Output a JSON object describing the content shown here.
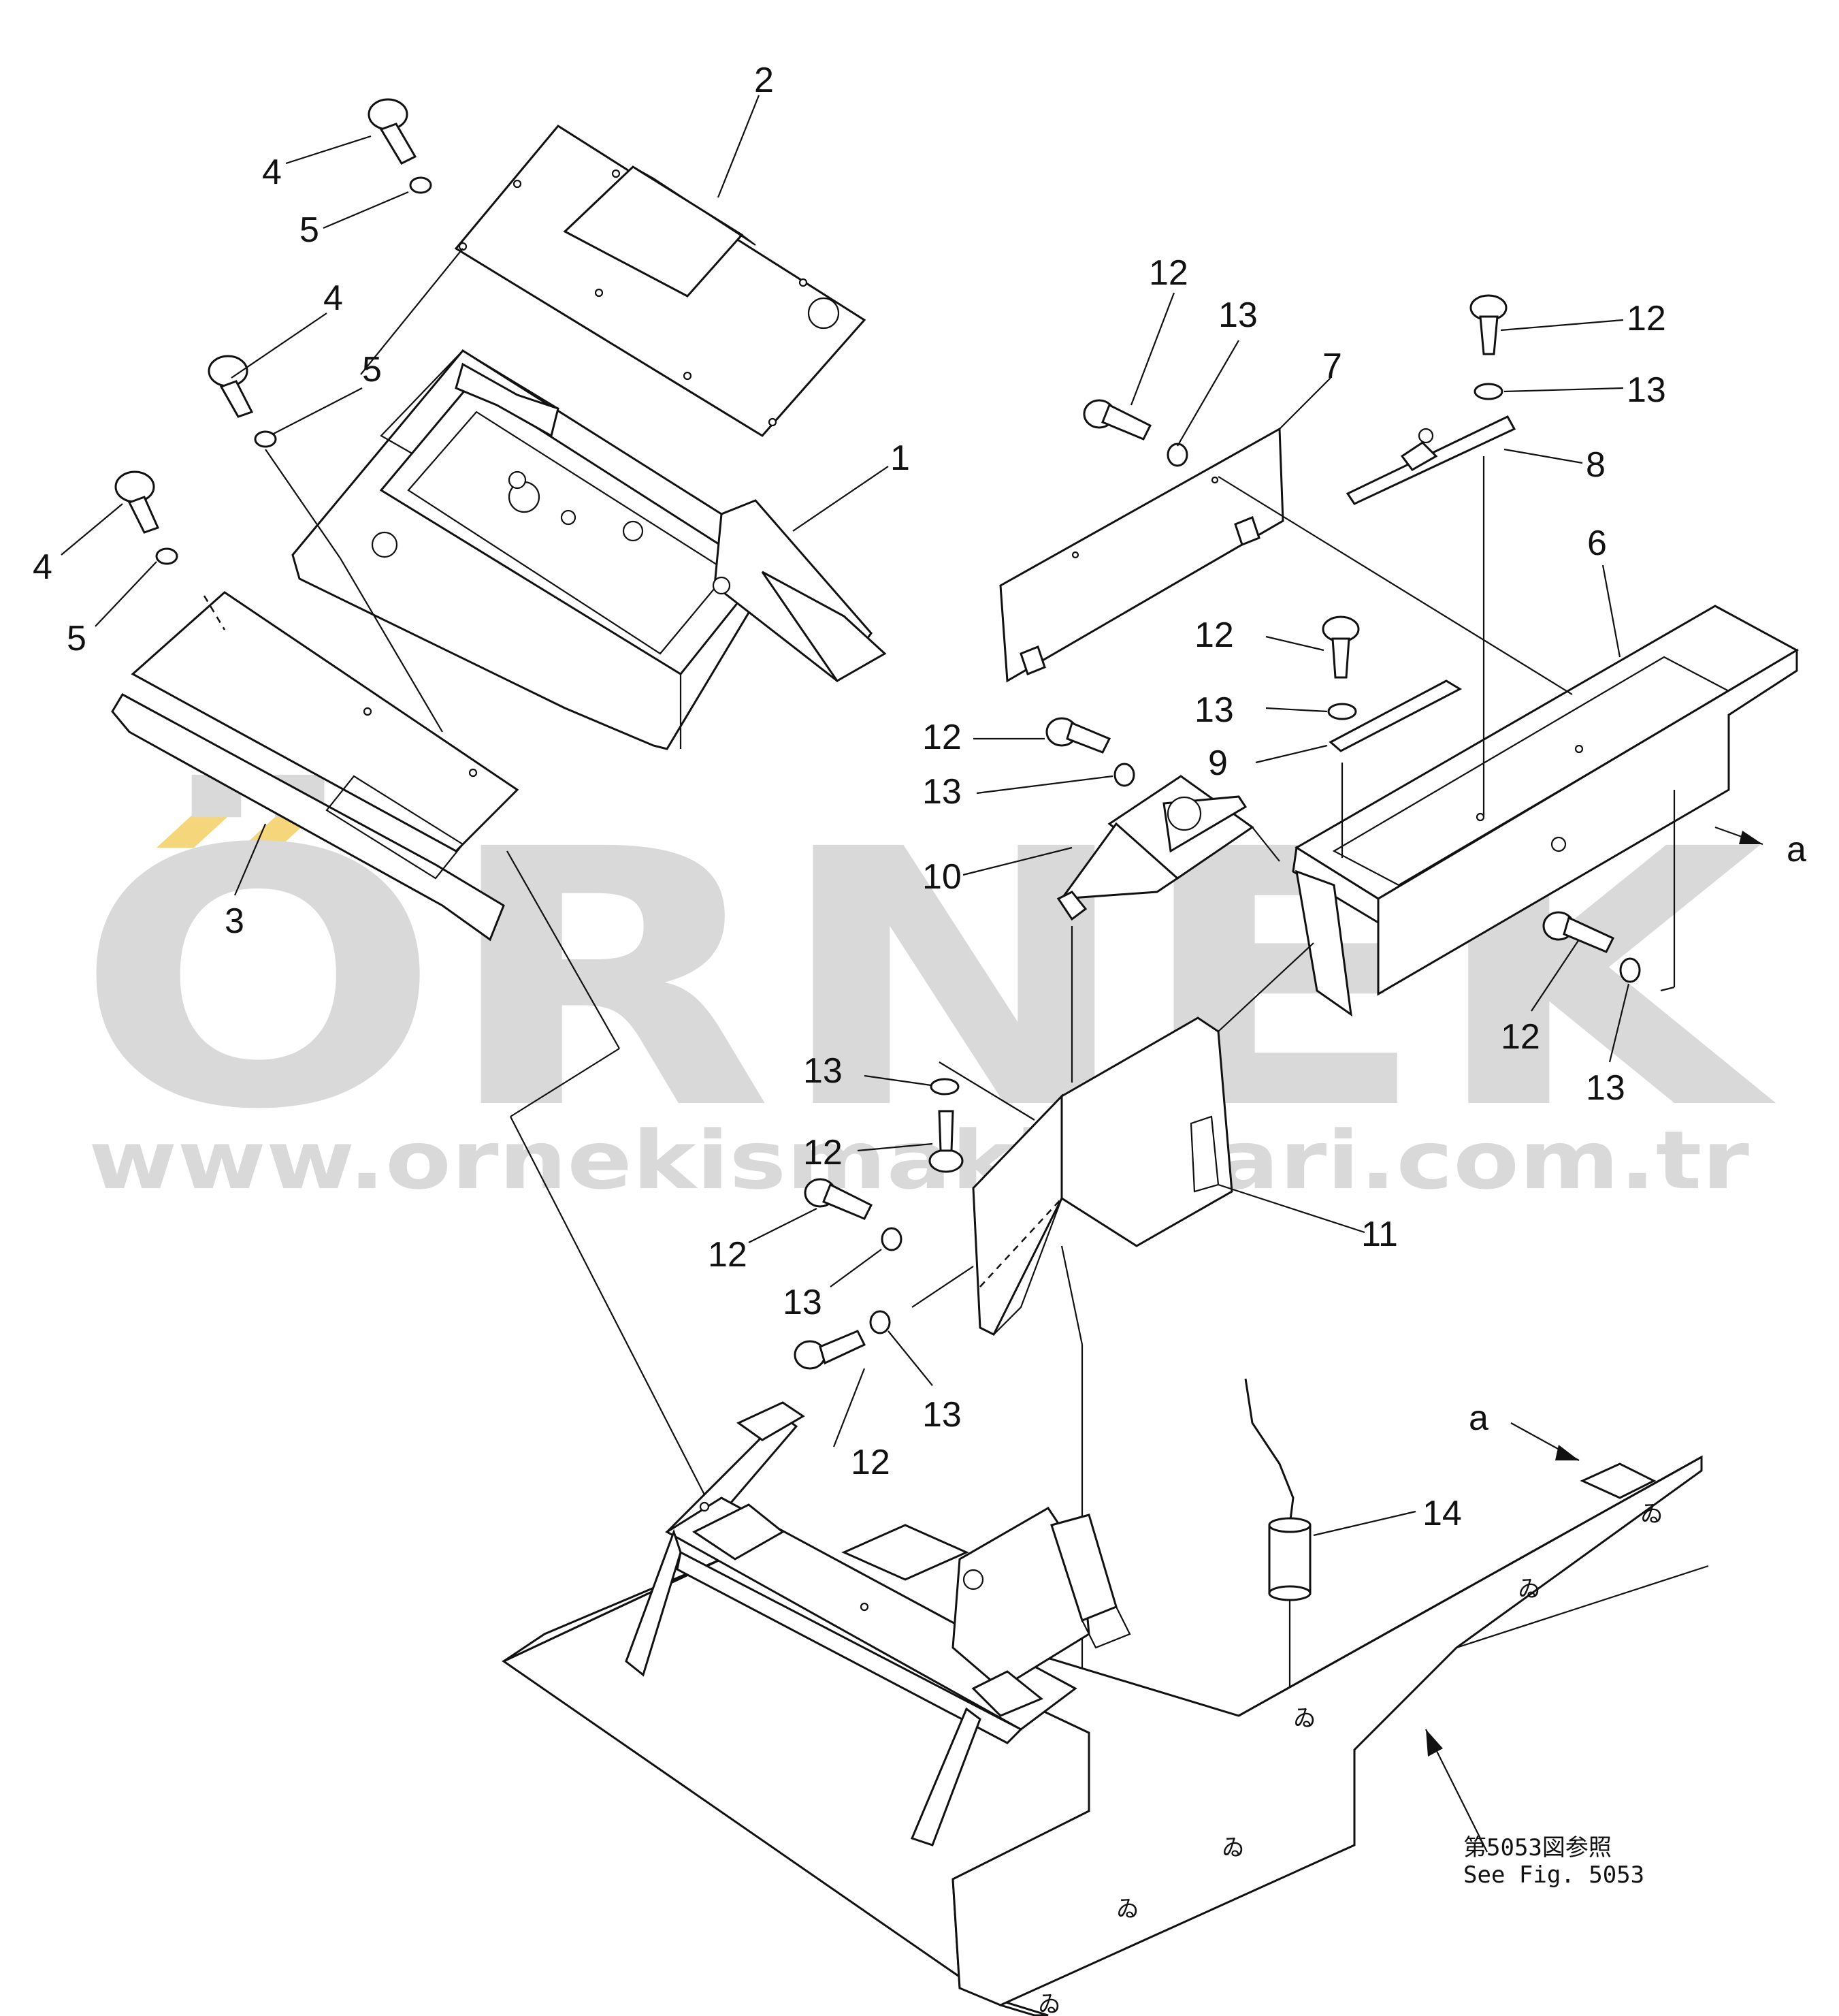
{
  "watermark": {
    "logo_text": "ÖRNEK",
    "url_text": "www.ornekismakinalari.com.tr",
    "logo_color": "#d9d9d9",
    "accent_color": "#f5d67a"
  },
  "callouts": {
    "c1": "1",
    "c2": "2",
    "c3": "3",
    "c4a": "4",
    "c4b": "4",
    "c4c": "4",
    "c5a": "5",
    "c5b": "5",
    "c5c": "5",
    "c6": "6",
    "c7": "7",
    "c8": "8",
    "c9": "9",
    "c10": "10",
    "c11": "11",
    "c12a": "12",
    "c12b": "12",
    "c12c": "12",
    "c12d": "12",
    "c12e": "12",
    "c12f": "12",
    "c12g": "12",
    "c12h": "12",
    "c13a": "13",
    "c13b": "13",
    "c13c": "13",
    "c13d": "13",
    "c13e": "13",
    "c13f": "13",
    "c13g": "13",
    "c13h": "13",
    "c14": "14",
    "ref_a1": "a",
    "ref_a2": "a"
  },
  "reference_note": {
    "line1": "第5053図参照",
    "line2": "See  Fig. 5053"
  }
}
